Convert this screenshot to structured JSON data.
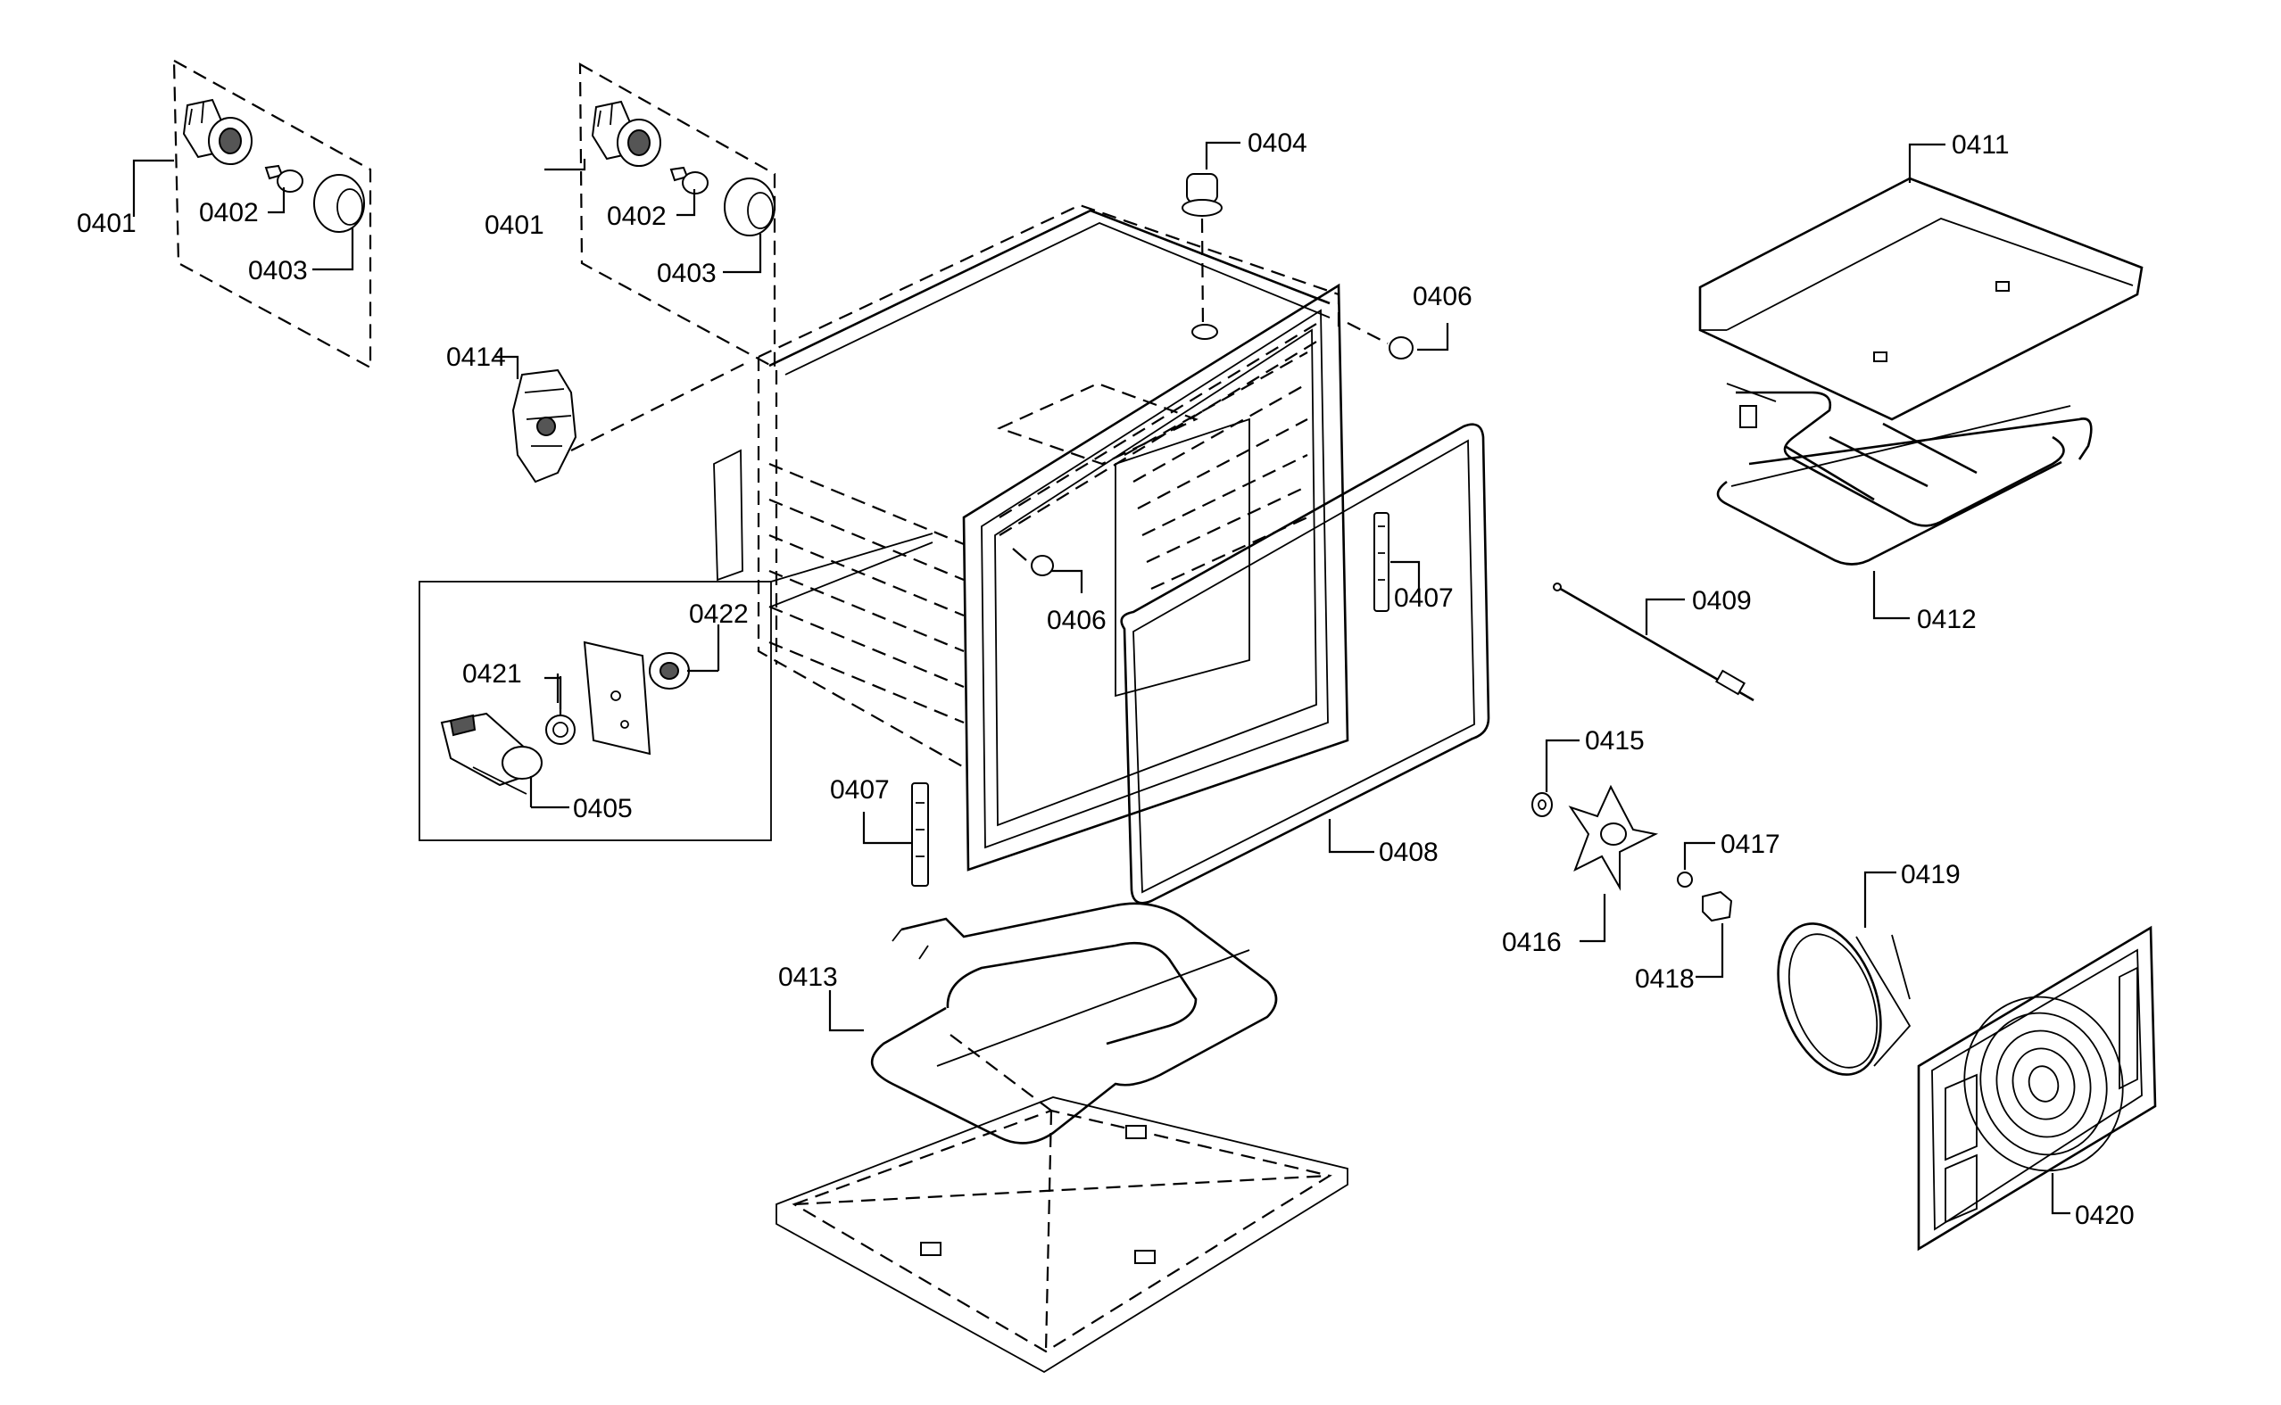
{
  "diagram": {
    "parts": [
      {
        "id": "0401a",
        "label": "0401"
      },
      {
        "id": "0402a",
        "label": "0402"
      },
      {
        "id": "0403a",
        "label": "0403"
      },
      {
        "id": "0401b",
        "label": "0401"
      },
      {
        "id": "0402b",
        "label": "0402"
      },
      {
        "id": "0403b",
        "label": "0403"
      },
      {
        "id": "0404",
        "label": "0404"
      },
      {
        "id": "0405",
        "label": "0405"
      },
      {
        "id": "0406a",
        "label": "0406"
      },
      {
        "id": "0406b",
        "label": "0406"
      },
      {
        "id": "0407a",
        "label": "0407"
      },
      {
        "id": "0407b",
        "label": "0407"
      },
      {
        "id": "0408",
        "label": "0408"
      },
      {
        "id": "0409",
        "label": "0409"
      },
      {
        "id": "0411",
        "label": "0411"
      },
      {
        "id": "0412",
        "label": "0412"
      },
      {
        "id": "0413",
        "label": "0413"
      },
      {
        "id": "0414",
        "label": "0414"
      },
      {
        "id": "0415",
        "label": "0415"
      },
      {
        "id": "0416",
        "label": "0416"
      },
      {
        "id": "0417",
        "label": "0417"
      },
      {
        "id": "0418",
        "label": "0418"
      },
      {
        "id": "0419",
        "label": "0419"
      },
      {
        "id": "0420",
        "label": "0420"
      },
      {
        "id": "0421",
        "label": "0421"
      },
      {
        "id": "0422",
        "label": "0422"
      }
    ]
  }
}
